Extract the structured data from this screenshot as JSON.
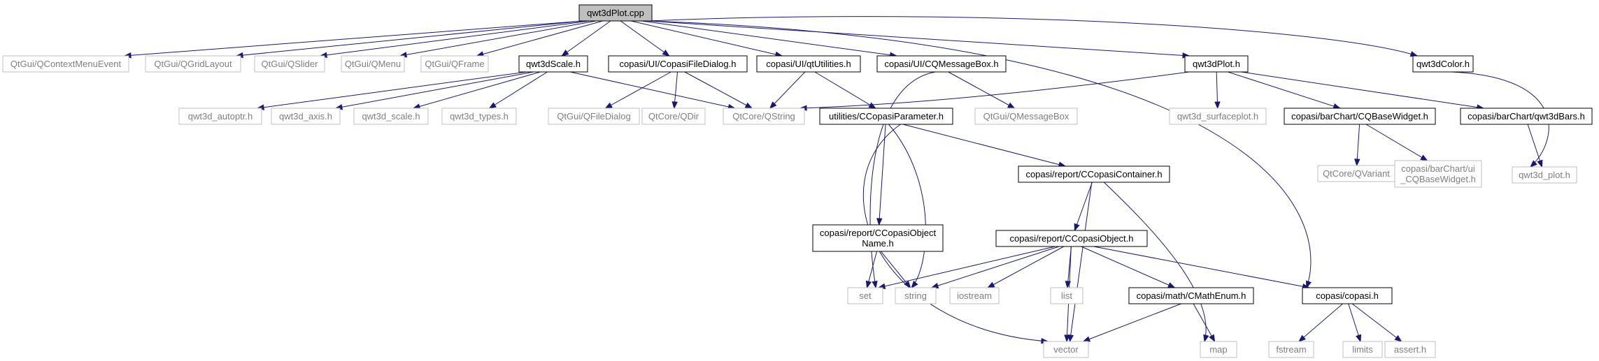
{
  "diagram": {
    "type": "include-dependency-graph",
    "colors": {
      "edge": "#191970",
      "root_fill": "#bfbfbf",
      "documented_border": "#000000",
      "external_border": "#bfbfbf",
      "external_text": "#7f7f7f",
      "documented_text": "#000000"
    },
    "nodes": [
      {
        "id": "qwt3dPlot_cpp",
        "label": "qwt3dPlot.cpp",
        "kind": "root"
      },
      {
        "id": "QContextMenuEvent",
        "label": "QtGui/QContextMenuEvent",
        "kind": "external"
      },
      {
        "id": "QGridLayout",
        "label": "QtGui/QGridLayout",
        "kind": "external"
      },
      {
        "id": "QSlider",
        "label": "QtGui/QSlider",
        "kind": "external"
      },
      {
        "id": "QMenu",
        "label": "QtGui/QMenu",
        "kind": "external"
      },
      {
        "id": "QFrame",
        "label": "QtGui/QFrame",
        "kind": "external"
      },
      {
        "id": "qwt3dScale_h",
        "label": "qwt3dScale.h",
        "kind": "documented"
      },
      {
        "id": "CopasiFileDialog_h",
        "label": "copasi/UI/CopasiFileDialog.h",
        "kind": "documented"
      },
      {
        "id": "qtUtilities_h",
        "label": "copasi/UI/qtUtilities.h",
        "kind": "documented"
      },
      {
        "id": "CQMessageBox_h",
        "label": "copasi/UI/CQMessageBox.h",
        "kind": "documented"
      },
      {
        "id": "qwt3dPlot_h",
        "label": "qwt3dPlot.h",
        "kind": "documented"
      },
      {
        "id": "qwt3dColor_h",
        "label": "qwt3dColor.h",
        "kind": "documented"
      },
      {
        "id": "qwt3d_autoptr",
        "label": "qwt3d_autoptr.h",
        "kind": "external"
      },
      {
        "id": "qwt3d_axis",
        "label": "qwt3d_axis.h",
        "kind": "external"
      },
      {
        "id": "qwt3d_scale",
        "label": "qwt3d_scale.h",
        "kind": "external"
      },
      {
        "id": "qwt3d_types",
        "label": "qwt3d_types.h",
        "kind": "external"
      },
      {
        "id": "QFileDialog",
        "label": "QtGui/QFileDialog",
        "kind": "external"
      },
      {
        "id": "QDir",
        "label": "QtCore/QDir",
        "kind": "external"
      },
      {
        "id": "QString",
        "label": "QtCore/QString",
        "kind": "external"
      },
      {
        "id": "CCopasiParameter_h",
        "label": "utilities/CCopasiParameter.h",
        "kind": "documented"
      },
      {
        "id": "QMessageBox",
        "label": "QtGui/QMessageBox",
        "kind": "external"
      },
      {
        "id": "qwt3d_surfaceplot",
        "label": "qwt3d_surfaceplot.h",
        "kind": "external"
      },
      {
        "id": "CQBaseWidget_h",
        "label": "copasi/barChart/CQBaseWidget.h",
        "kind": "documented"
      },
      {
        "id": "qwt3dBars_h",
        "label": "copasi/barChart/qwt3dBars.h",
        "kind": "documented"
      },
      {
        "id": "QVariant",
        "label": "QtCore/QVariant",
        "kind": "external"
      },
      {
        "id": "ui_CQBaseWidget",
        "label": "copasi/barChart/ui\n_CQBaseWidget.h",
        "kind": "external"
      },
      {
        "id": "qwt3d_plot",
        "label": "qwt3d_plot.h",
        "kind": "external"
      },
      {
        "id": "CCopasiContainer_h",
        "label": "copasi/report/CCopasiContainer.h",
        "kind": "documented"
      },
      {
        "id": "CCopasiObjectName_h",
        "label": "copasi/report/CCopasiObject\nName.h",
        "kind": "documented"
      },
      {
        "id": "CCopasiObject_h",
        "label": "copasi/report/CCopasiObject.h",
        "kind": "documented"
      },
      {
        "id": "set",
        "label": "set",
        "kind": "external"
      },
      {
        "id": "string",
        "label": "string",
        "kind": "external"
      },
      {
        "id": "iostream",
        "label": "iostream",
        "kind": "external"
      },
      {
        "id": "list",
        "label": "list",
        "kind": "external"
      },
      {
        "id": "CMathEnum_h",
        "label": "copasi/math/CMathEnum.h",
        "kind": "documented"
      },
      {
        "id": "copasi_h",
        "label": "copasi/copasi.h",
        "kind": "documented"
      },
      {
        "id": "vector",
        "label": "vector",
        "kind": "external"
      },
      {
        "id": "map",
        "label": "map",
        "kind": "external"
      },
      {
        "id": "fstream",
        "label": "fstream",
        "kind": "external"
      },
      {
        "id": "limits",
        "label": "limits",
        "kind": "external"
      },
      {
        "id": "assert_h",
        "label": "assert.h",
        "kind": "external"
      }
    ],
    "edges": [
      [
        "qwt3dPlot_cpp",
        "QContextMenuEvent"
      ],
      [
        "qwt3dPlot_cpp",
        "QGridLayout"
      ],
      [
        "qwt3dPlot_cpp",
        "QSlider"
      ],
      [
        "qwt3dPlot_cpp",
        "QMenu"
      ],
      [
        "qwt3dPlot_cpp",
        "QFrame"
      ],
      [
        "qwt3dPlot_cpp",
        "qwt3dScale_h"
      ],
      [
        "qwt3dPlot_cpp",
        "CopasiFileDialog_h"
      ],
      [
        "qwt3dPlot_cpp",
        "qtUtilities_h"
      ],
      [
        "qwt3dPlot_cpp",
        "CQMessageBox_h"
      ],
      [
        "qwt3dPlot_cpp",
        "qwt3dPlot_h"
      ],
      [
        "qwt3dPlot_cpp",
        "qwt3dColor_h"
      ],
      [
        "qwt3dPlot_cpp",
        "copasi_h"
      ],
      [
        "qwt3dScale_h",
        "qwt3d_autoptr"
      ],
      [
        "qwt3dScale_h",
        "qwt3d_axis"
      ],
      [
        "qwt3dScale_h",
        "qwt3d_scale"
      ],
      [
        "qwt3dScale_h",
        "qwt3d_types"
      ],
      [
        "qwt3dScale_h",
        "QString"
      ],
      [
        "CopasiFileDialog_h",
        "QFileDialog"
      ],
      [
        "CopasiFileDialog_h",
        "QDir"
      ],
      [
        "CopasiFileDialog_h",
        "QString"
      ],
      [
        "qtUtilities_h",
        "QString"
      ],
      [
        "qtUtilities_h",
        "CCopasiParameter_h"
      ],
      [
        "CQMessageBox_h",
        "QMessageBox"
      ],
      [
        "CQMessageBox_h",
        "set"
      ],
      [
        "qwt3dPlot_h",
        "QString"
      ],
      [
        "qwt3dPlot_h",
        "qwt3d_surfaceplot"
      ],
      [
        "qwt3dPlot_h",
        "CQBaseWidget_h"
      ],
      [
        "qwt3dPlot_h",
        "qwt3dBars_h"
      ],
      [
        "qwt3dColor_h",
        "qwt3d_plot"
      ],
      [
        "CQBaseWidget_h",
        "QVariant"
      ],
      [
        "CQBaseWidget_h",
        "ui_CQBaseWidget"
      ],
      [
        "qwt3dBars_h",
        "qwt3d_plot"
      ],
      [
        "CCopasiParameter_h",
        "CCopasiContainer_h"
      ],
      [
        "CCopasiParameter_h",
        "CCopasiObjectName_h"
      ],
      [
        "CCopasiParameter_h",
        "string"
      ],
      [
        "CCopasiParameter_h",
        "vector"
      ],
      [
        "CCopasiContainer_h",
        "CCopasiObject_h"
      ],
      [
        "CCopasiContainer_h",
        "map"
      ],
      [
        "CCopasiContainer_h",
        "vector"
      ],
      [
        "CCopasiObjectName_h",
        "set"
      ],
      [
        "CCopasiObjectName_h",
        "string"
      ],
      [
        "CCopasiObject_h",
        "set"
      ],
      [
        "CCopasiObject_h",
        "string"
      ],
      [
        "CCopasiObject_h",
        "iostream"
      ],
      [
        "CCopasiObject_h",
        "list"
      ],
      [
        "CCopasiObject_h",
        "vector"
      ],
      [
        "CCopasiObject_h",
        "CMathEnum_h"
      ],
      [
        "CCopasiObject_h",
        "copasi_h"
      ],
      [
        "CMathEnum_h",
        "vector"
      ],
      [
        "CMathEnum_h",
        "map"
      ],
      [
        "copasi_h",
        "fstream"
      ],
      [
        "copasi_h",
        "limits"
      ],
      [
        "copasi_h",
        "assert_h"
      ]
    ]
  }
}
